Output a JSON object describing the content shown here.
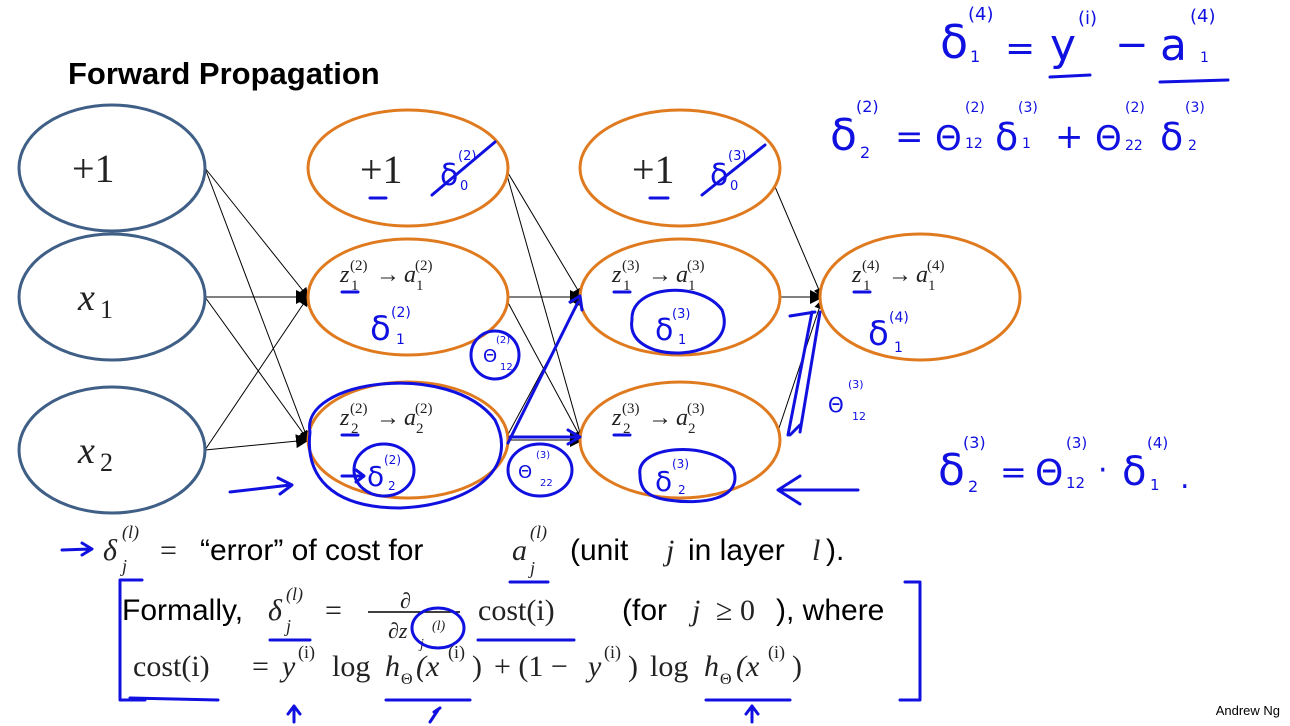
{
  "slide": {
    "title": "Forward Propagation",
    "footer": "Andrew Ng"
  },
  "network": {
    "layer1": {
      "bias": "+1",
      "units": [
        {
          "name": "x",
          "sub": "1"
        },
        {
          "name": "x",
          "sub": "2"
        }
      ]
    },
    "layer2": {
      "bias": "+1",
      "units": [
        {
          "z": "z",
          "zsub": "1",
          "sup": "(2)",
          "arrow": "→",
          "a": "a",
          "asub": "1"
        },
        {
          "z": "z",
          "zsub": "2",
          "sup": "(2)",
          "arrow": "→",
          "a": "a",
          "asub": "2"
        }
      ]
    },
    "layer3": {
      "bias": "+1",
      "units": [
        {
          "z": "z",
          "zsub": "1",
          "sup": "(3)",
          "arrow": "→",
          "a": "a",
          "asub": "1"
        },
        {
          "z": "z",
          "zsub": "2",
          "sup": "(3)",
          "arrow": "→",
          "a": "a",
          "asub": "2"
        }
      ]
    },
    "layer4": {
      "units": [
        {
          "z": "z",
          "zsub": "1",
          "sup": "(4)",
          "arrow": "→",
          "a": "a",
          "asub": "1"
        }
      ]
    }
  },
  "handwriting": {
    "delta": "δ",
    "theta": "Θ",
    "eq_delta4": {
      "lhs_sup": "(4)",
      "lhs_sub": "1",
      "eq": "=",
      "y": "y",
      "y_sup": "(i)",
      "minus": "−",
      "a": "a",
      "a_sup": "(4)",
      "a_sub": "1"
    },
    "eq_delta2": {
      "lhs_sup": "(2)",
      "lhs_sub": "2",
      "eq": "=",
      "t1_sup": "(2)",
      "t1_sub": "12",
      "d1_sup": "(3)",
      "d1_sub": "1",
      "plus": "+",
      "t2_sup": "(2)",
      "t2_sub": "22",
      "d2_sup": "(3)",
      "d2_sub": "2"
    },
    "eq_delta3": {
      "lhs_sup": "(3)",
      "lhs_sub": "2",
      "eq": "=",
      "t_sup": "(3)",
      "t_sub": "12",
      "dot": "·",
      "d_sup": "(4)",
      "d_sub": "1",
      "end": "."
    },
    "node_deltas": [
      {
        "sup": "(2)",
        "sub": "1"
      },
      {
        "sup": "(2)",
        "sub": "2"
      },
      {
        "sup": "(3)",
        "sub": "1"
      },
      {
        "sup": "(3)",
        "sub": "2"
      },
      {
        "sup": "(4)",
        "sub": "1"
      }
    ],
    "bias_marks": [
      {
        "sup": "(2)",
        "sub": "0"
      },
      {
        "sup": "(3)",
        "sub": "0"
      }
    ],
    "weights": [
      {
        "sup": "(2)",
        "sub": "12"
      },
      {
        "sup": "(3)",
        "sub": "22"
      },
      {
        "sup": "(3)",
        "sub": "12"
      }
    ]
  },
  "definition": {
    "line1": {
      "delta": "δ",
      "sub": "j",
      "sup": "(l)",
      "eq": "=",
      "text1": "“error” of cost for",
      "a": "a",
      "a_sub": "j",
      "a_sup": "(l)",
      "text2": "(unit",
      "j": "j",
      "text3": "in layer",
      "l": "l",
      "text4": ")."
    },
    "line2": {
      "lead": "Formally,",
      "delta": "δ",
      "sub": "j",
      "sup": "(l)",
      "eq": "=",
      "partial_num": "∂",
      "partial_den": "∂z",
      "den_sub": "j",
      "den_sup": "(l)",
      "cost": "cost(i)",
      "cond1": "(for",
      "j": "j",
      "geq": "≥ 0",
      "cond2": "), where"
    },
    "line3": {
      "lhs": "cost(i)",
      "eq": "=",
      "y": "y",
      "y_sup": "(i)",
      "log": "log",
      "h": "h",
      "h_sub": "Θ",
      "x": "(x",
      "x_sup": "(i)",
      "close": ")",
      "plus": "+ (1 −",
      "y2": "y",
      "y2_sup": "(i)",
      "close2": ")",
      "log2": "log",
      "h2": "h",
      "h2_sub": "Θ",
      "x2": "(x",
      "x2_sup": "(i)",
      "close3": ")"
    }
  },
  "colors": {
    "input_node": "#3f5f86",
    "hidden_node": "#e07a1f",
    "ink": "#1010e0"
  }
}
